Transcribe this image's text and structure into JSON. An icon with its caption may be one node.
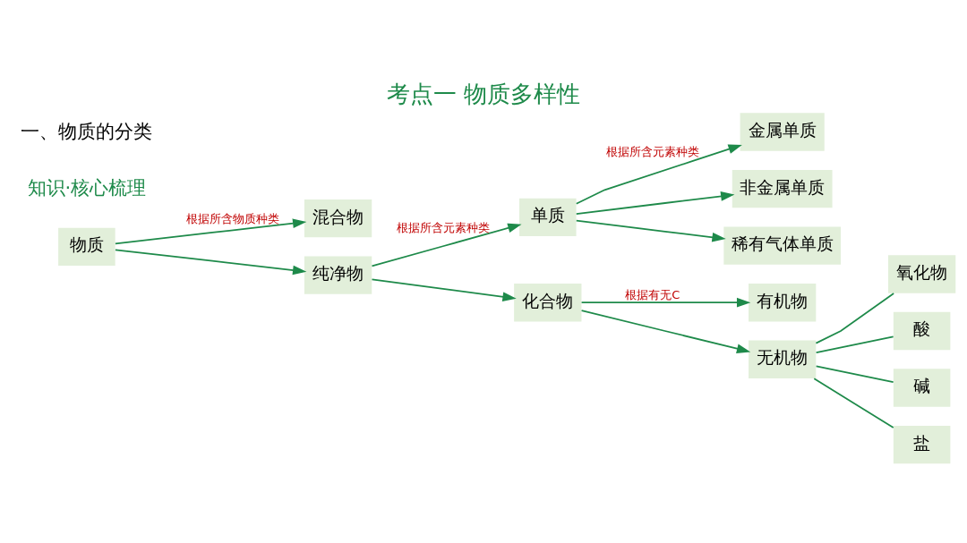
{
  "diagram": {
    "title": "考点一 物质多样性",
    "nodes": [
      {
        "text": [
          "物质"
        ]
      },
      {
        "text": [
          "混合物"
        ]
      },
      {
        "text": [
          "纯净物"
        ]
      },
      {
        "text": [
          "单质"
        ]
      },
      {
        "text": [
          "化合物"
        ]
      },
      {
        "text": [
          "金属单质"
        ]
      },
      {
        "text": [
          "非金属单质"
        ]
      },
      {
        "text": [
          "稀有气体单质"
        ]
      },
      {
        "text": [
          "有机物"
        ]
      },
      {
        "text": [
          "无机物"
        ]
      },
      {
        "text": [
          "氧化物"
        ]
      },
      {
        "text": [
          "酸"
        ]
      },
      {
        "text": [
          "碱"
        ]
      },
      {
        "text": [
          "盐"
        ]
      }
    ],
    "edges": [
      {
        "from": 0,
        "to": 1,
        "arrow": "to",
        "label": "根据所含物质种类"
      },
      {
        "from": 0,
        "to": 2,
        "arrow": "to"
      },
      {
        "from": 2,
        "to": 3,
        "arrow": "to",
        "label": "根据所含元素种类"
      },
      {
        "from": 2,
        "to": 4,
        "arrow": "to"
      },
      {
        "from": 3,
        "to": 5,
        "arrow": "to",
        "label": "根据所含元素种类"
      },
      {
        "from": 3,
        "to": 6,
        "arrow": "to"
      },
      {
        "from": 3,
        "to": 7,
        "arrow": "to"
      },
      {
        "from": 4,
        "to": 8,
        "arrow": "to",
        "label": "根据有无C"
      },
      {
        "from": 4,
        "to": 9,
        "arrow": "to"
      },
      {
        "from": 9,
        "to": 10,
        "arrow": "none"
      },
      {
        "from": 9,
        "to": 11,
        "arrow": "none"
      },
      {
        "from": 9,
        "to": 12,
        "arrow": "none"
      },
      {
        "from": 9,
        "to": 13,
        "arrow": "none"
      }
    ],
    "labels": [
      "知识·核心梳理",
      "一、物质的分类"
    ]
  }
}
